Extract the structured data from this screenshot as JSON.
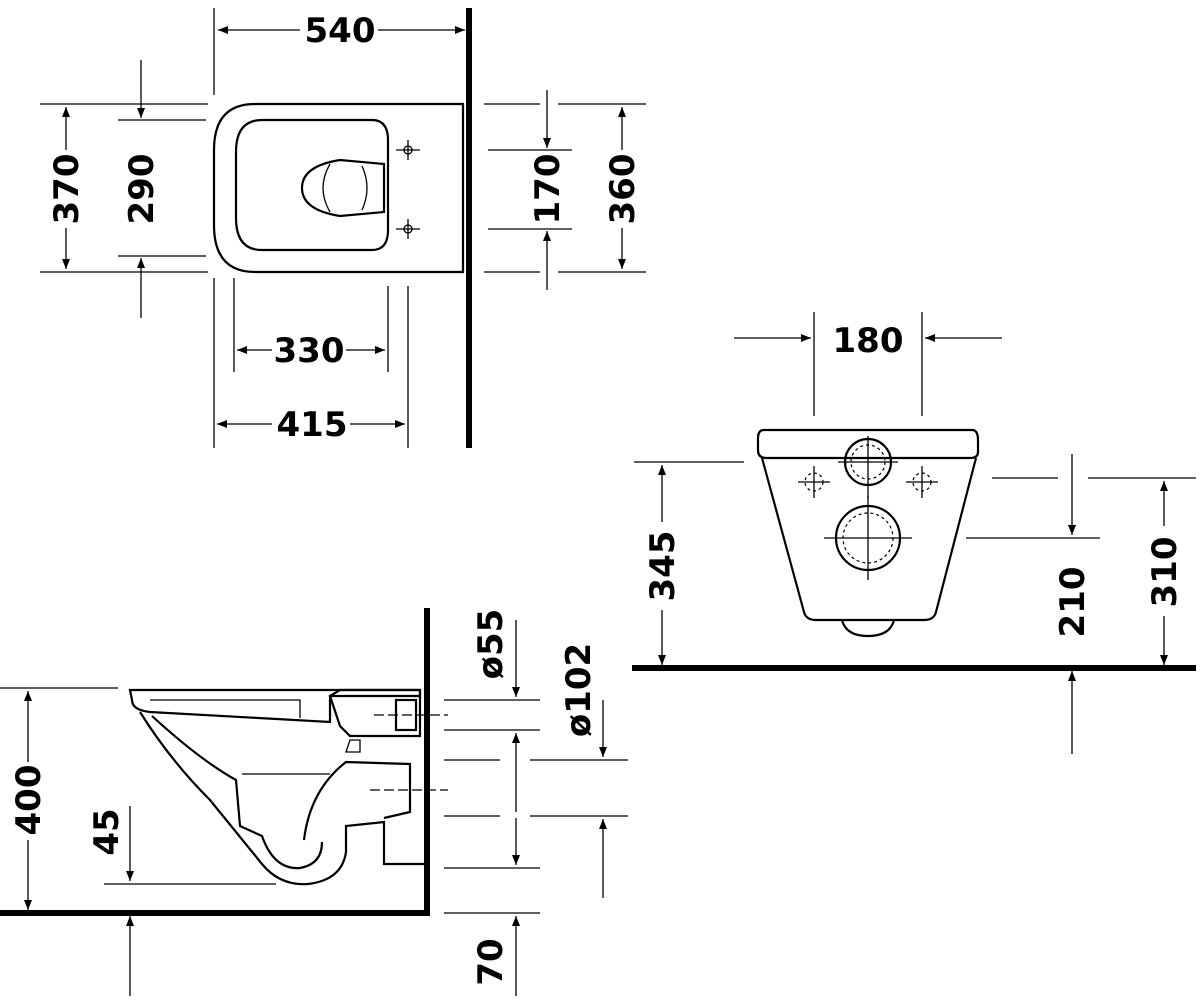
{
  "drawing": {
    "top_view": {
      "width_overall": "540",
      "depth_outer": "370",
      "depth_inner": "290",
      "rear_depth": "360",
      "fixing_spacing": "170",
      "bowl_length": "330",
      "length_415": "415"
    },
    "front_view": {
      "fixing_width": "180",
      "top_height": "345",
      "outlet_height": "210",
      "fixing_height": "310"
    },
    "side_view": {
      "pan_height": "400",
      "floor_clearance": "45",
      "inlet_diameter": "ø55",
      "outlet_diameter": "ø102",
      "outlet_offset": "70"
    }
  }
}
